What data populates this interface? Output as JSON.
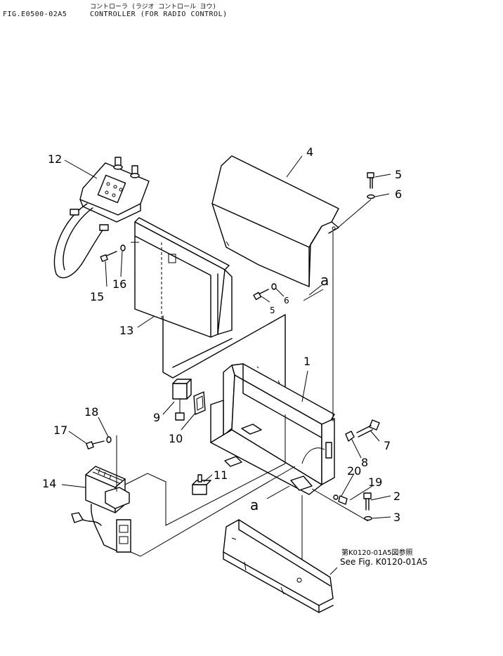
{
  "header": {
    "fig_id": "FIG.E0500-02A5",
    "title_jp": "コントローラ (ラジオ コントロール ヨウ)",
    "title_en": "CONTROLLER (FOR RADIO CONTROL)"
  },
  "callouts": {
    "c1": "1",
    "c2": "2",
    "c3": "3",
    "c4": "4",
    "c5": "5",
    "c5b": "5",
    "c6": "6",
    "c6b": "6",
    "c7": "7",
    "c8": "8",
    "c9": "9",
    "c10": "10",
    "c11": "11",
    "c12": "12",
    "c13": "13",
    "c14": "14",
    "c15": "15",
    "c16": "16",
    "c17": "17",
    "c18": "18",
    "c19": "19",
    "c20": "20",
    "ref_a_upper": "a",
    "ref_a_lower": "a"
  },
  "reference_note": {
    "jp": "第K0120-01A5図参照",
    "en": "See Fig. K0120-01A5"
  }
}
